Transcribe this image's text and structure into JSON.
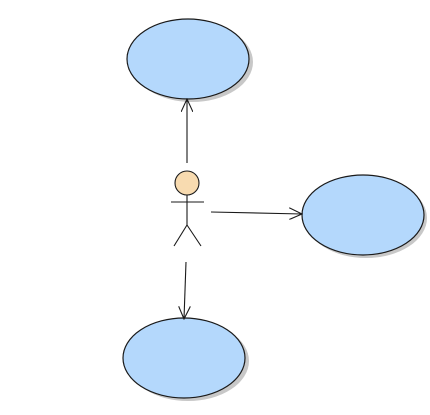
{
  "colors": {
    "background": "#ffffff",
    "usecase_fill": "#b4d8fc",
    "usecase_stroke": "#1a1a1a",
    "usecase_shadow": "#c8c8c8",
    "actor_head_fill": "#f8dbb0",
    "actor_stroke": "#1a1a1a",
    "connector_stroke": "#1a1a1a"
  },
  "diagram": {
    "actors": [
      {
        "id": "actor-1",
        "label": ""
      }
    ],
    "use_cases": [
      {
        "id": "usecase-top",
        "label": ""
      },
      {
        "id": "usecase-right",
        "label": ""
      },
      {
        "id": "usecase-bottom",
        "label": ""
      }
    ],
    "associations": [
      {
        "from": "actor-1",
        "to": "usecase-top"
      },
      {
        "from": "actor-1",
        "to": "usecase-right"
      },
      {
        "from": "actor-1",
        "to": "usecase-bottom"
      }
    ]
  }
}
